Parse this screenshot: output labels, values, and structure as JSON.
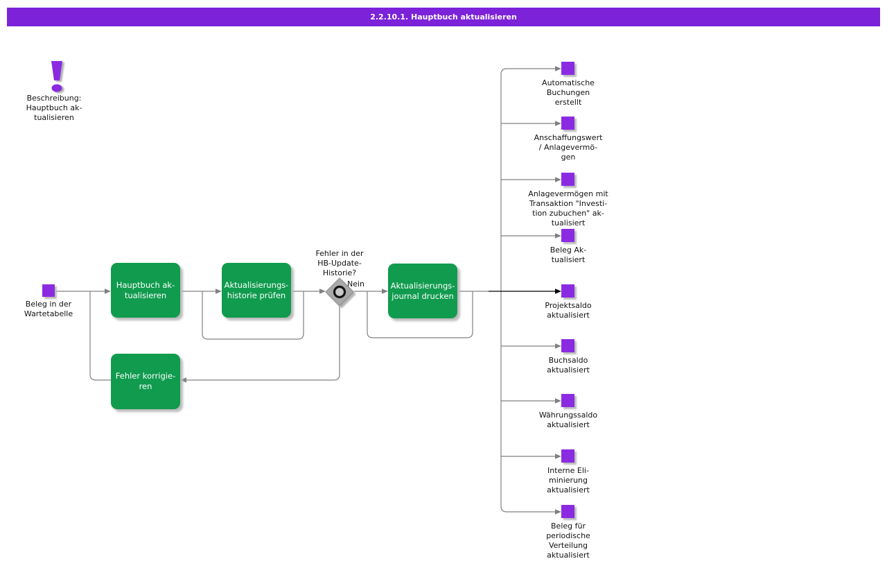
{
  "title": "2.2.10.1. Hauptbuch aktualisieren",
  "colors": {
    "banner": "#7C22D9",
    "event_fill": "#8A2BE2",
    "function_fill": "#109B4E",
    "connector": "#808080",
    "main_connector": "#000000",
    "gateway_fill": "#A9A9A9"
  },
  "note": {
    "icon": "exclamation-icon",
    "text": "Beschreibung:\nHauptbuch ak-\ntualisieren"
  },
  "start_event": {
    "label": "Beleg in der\nWartetabelle"
  },
  "functions": [
    {
      "label": "Hauptbuch ak-\ntualisieren"
    },
    {
      "label": "Aktualisierungs-\nhistorie prüfen"
    },
    {
      "label": "Aktualisierungs-\njournal drucken"
    },
    {
      "label": "Fehler korrigie-\nren"
    }
  ],
  "decision": {
    "question": "Fehler in der\nHB-Update-\nHistorie?",
    "answer_label": "Nein"
  },
  "end_events": [
    {
      "label": "Automatische\nBuchungen\nerstellt"
    },
    {
      "label": "Anschaffungswert\n/ Anlagevermö-\ngen"
    },
    {
      "label": "Anlagevermögen mit\nTransaktion \"Investi-\ntion zubuchen\" ak-\ntualisiert"
    },
    {
      "label": "Beleg Ak-\ntualisiert"
    },
    {
      "label": "Projektsaldo\naktualisiert"
    },
    {
      "label": "Buchsaldo\naktualisiert"
    },
    {
      "label": "Währungssaldo\naktualisiert"
    },
    {
      "label": "Interne Eli-\nminierung\naktualisiert"
    },
    {
      "label": "Beleg für\nperiodische\nVerteilung\naktualisiert"
    }
  ]
}
